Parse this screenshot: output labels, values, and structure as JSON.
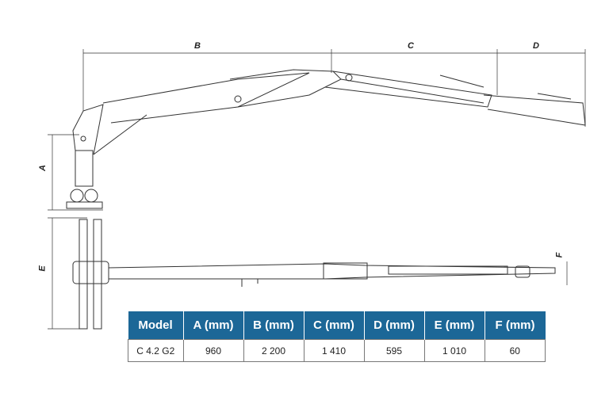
{
  "dimensions": {
    "a": "A",
    "b": "B",
    "c": "C",
    "d": "D",
    "e": "E",
    "f": "F"
  },
  "table": {
    "headers": [
      "Model",
      "A (mm)",
      "B (mm)",
      "C (mm)",
      "D (mm)",
      "E (mm)",
      "F (mm)"
    ],
    "rows": [
      [
        "C 4.2 G2",
        "960",
        "2 200",
        "1 410",
        "595",
        "1 010",
        "60"
      ]
    ]
  },
  "colors": {
    "header_bg": "#1c6797",
    "line": "#333333"
  }
}
